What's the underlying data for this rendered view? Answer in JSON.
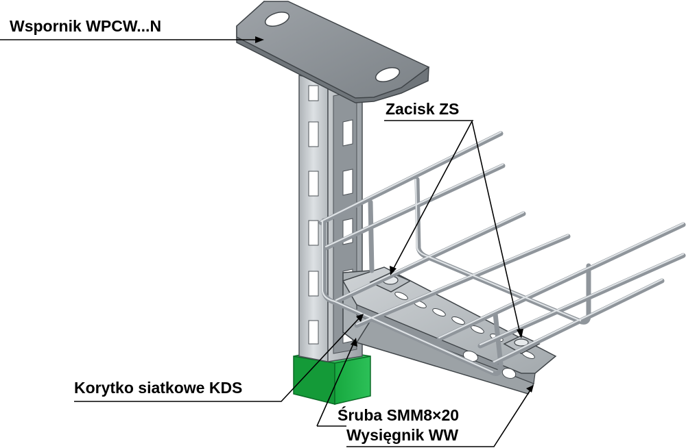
{
  "labels": {
    "bracket": "Wspornik WPCW...N",
    "clamp": "Zacisk ZS",
    "tray": "Korytko siatkowe KDS",
    "bolt": "Śruba SMM8×20",
    "arm": "Wysięgnik WW"
  },
  "colors": {
    "background": "#ffffff",
    "steel_light": "#d6dadd",
    "steel_mid": "#b3b8bc",
    "steel_dark": "#7f858a",
    "plate": "#8d9297",
    "end_cap": "#1fb14a",
    "text": "#000000"
  }
}
